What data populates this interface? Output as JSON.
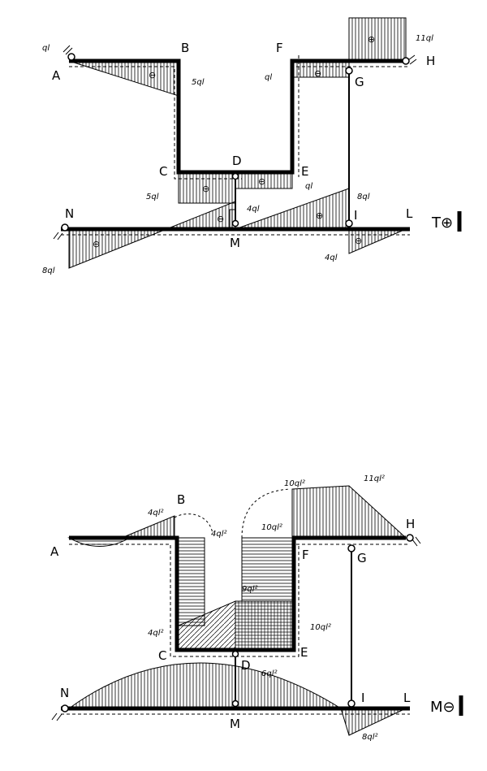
{
  "shear_diagram": {
    "nodes": {
      "A": "A",
      "B": "B",
      "C": "C",
      "D": "D",
      "E": "E",
      "F": "F",
      "G": "G",
      "H": "H",
      "I": "I",
      "L": "L",
      "M": "M",
      "N": "N"
    },
    "values": {
      "a": "ql",
      "b": "5ql",
      "c": "ql",
      "d": "11ql",
      "e": "5ql",
      "f": "ql",
      "g": "4ql",
      "h": "8ql",
      "i": "4ql",
      "j": "8ql"
    },
    "signs": {
      "neg": "⊖",
      "pos": "⊕"
    },
    "symbol": "T⊕"
  },
  "moment_diagram": {
    "nodes": {
      "A": "A",
      "B": "B",
      "C": "C",
      "D": "D",
      "E": "E",
      "F": "F",
      "G": "G",
      "H": "H",
      "I": "I",
      "L": "L",
      "M": "M",
      "N": "N"
    },
    "values": {
      "a": "4ql²",
      "b": "4ql²",
      "c": "10ql²",
      "d": "11ql²",
      "e": "10ql²",
      "f": "9ql²",
      "g": "4ql²",
      "h": "10ql²",
      "i": "6ql²",
      "j": "8ql²"
    },
    "symbol": "M⊖"
  }
}
